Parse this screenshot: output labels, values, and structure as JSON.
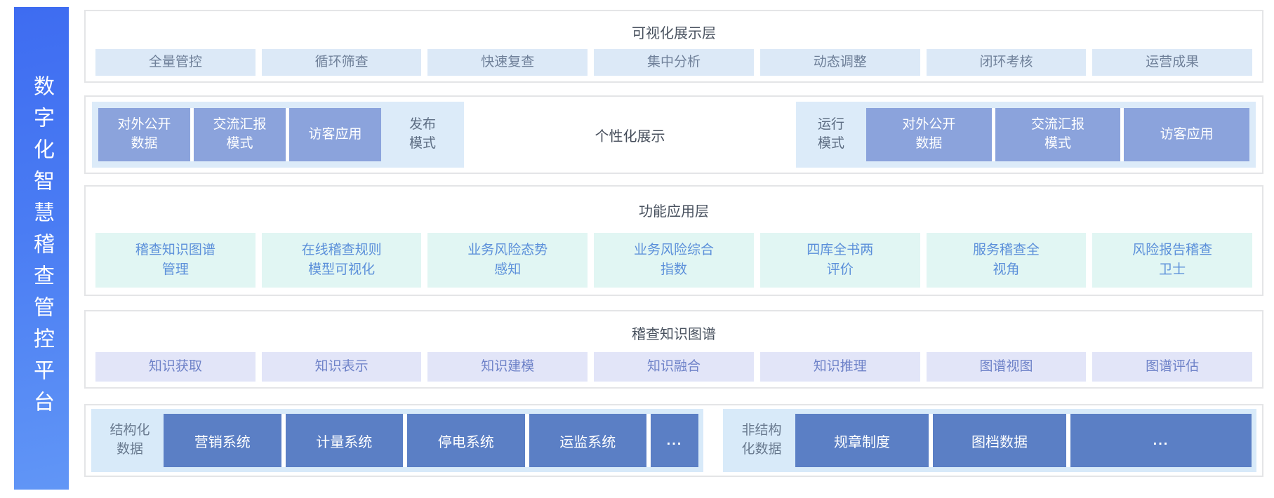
{
  "platform": {
    "title": "数字化智慧稽查管控平台"
  },
  "colors": {
    "sidebar_gradient_top": "#3e6cf1",
    "sidebar_gradient_bottom": "#6196f6",
    "layer_border": "#e4e5e7",
    "viz_item_bg": "#dce9f7",
    "viz_item_text": "#6f8099",
    "mode_panel_bg": "#dcebf9",
    "mode_block_bg": "#8ba3dc",
    "app_item_bg": "#e1f6f3",
    "app_item_text": "#5c90da",
    "kg_item_bg": "#e2e5f8",
    "kg_item_text": "#6e82c8",
    "data_panel_bg": "#d8eaf9",
    "data_block_bg": "#5b7fc5",
    "title_text": "#49525f"
  },
  "visualization": {
    "title": "可视化展示层",
    "items": [
      "全量管控",
      "循环筛查",
      "快速复查",
      "集中分析",
      "动态调整",
      "闭环考核",
      "运营成果"
    ]
  },
  "modes": {
    "publish": {
      "label": "发布\n模式",
      "blocks": [
        "对外公开\n数据",
        "交流汇报\n模式",
        "访客应用"
      ]
    },
    "center_label": "个性化展示",
    "run": {
      "label": "运行\n模式",
      "blocks": [
        "对外公开\n数据",
        "交流汇报\n模式",
        "访客应用"
      ]
    }
  },
  "application": {
    "title": "功能应用层",
    "items": [
      "稽查知识图谱\n管理",
      "在线稽查规则\n模型可视化",
      "业务风险态势\n感知",
      "业务风险综合\n指数",
      "四库全书两\n评价",
      "服务稽查全\n视角",
      "风险报告稽查\n卫士"
    ]
  },
  "knowledge_graph": {
    "title": "稽查知识图谱",
    "items": [
      "知识获取",
      "知识表示",
      "知识建模",
      "知识融合",
      "知识推理",
      "图谱视图",
      "图谱评估"
    ]
  },
  "data_sources": {
    "structured": {
      "label": "结构化\n数据",
      "blocks": [
        "营销系统",
        "计量系统",
        "停电系统",
        "运监系统"
      ],
      "more": "..."
    },
    "unstructured": {
      "label": "非结构\n化数据",
      "blocks": [
        "规章制度",
        "图档数据"
      ],
      "more": "..."
    }
  }
}
